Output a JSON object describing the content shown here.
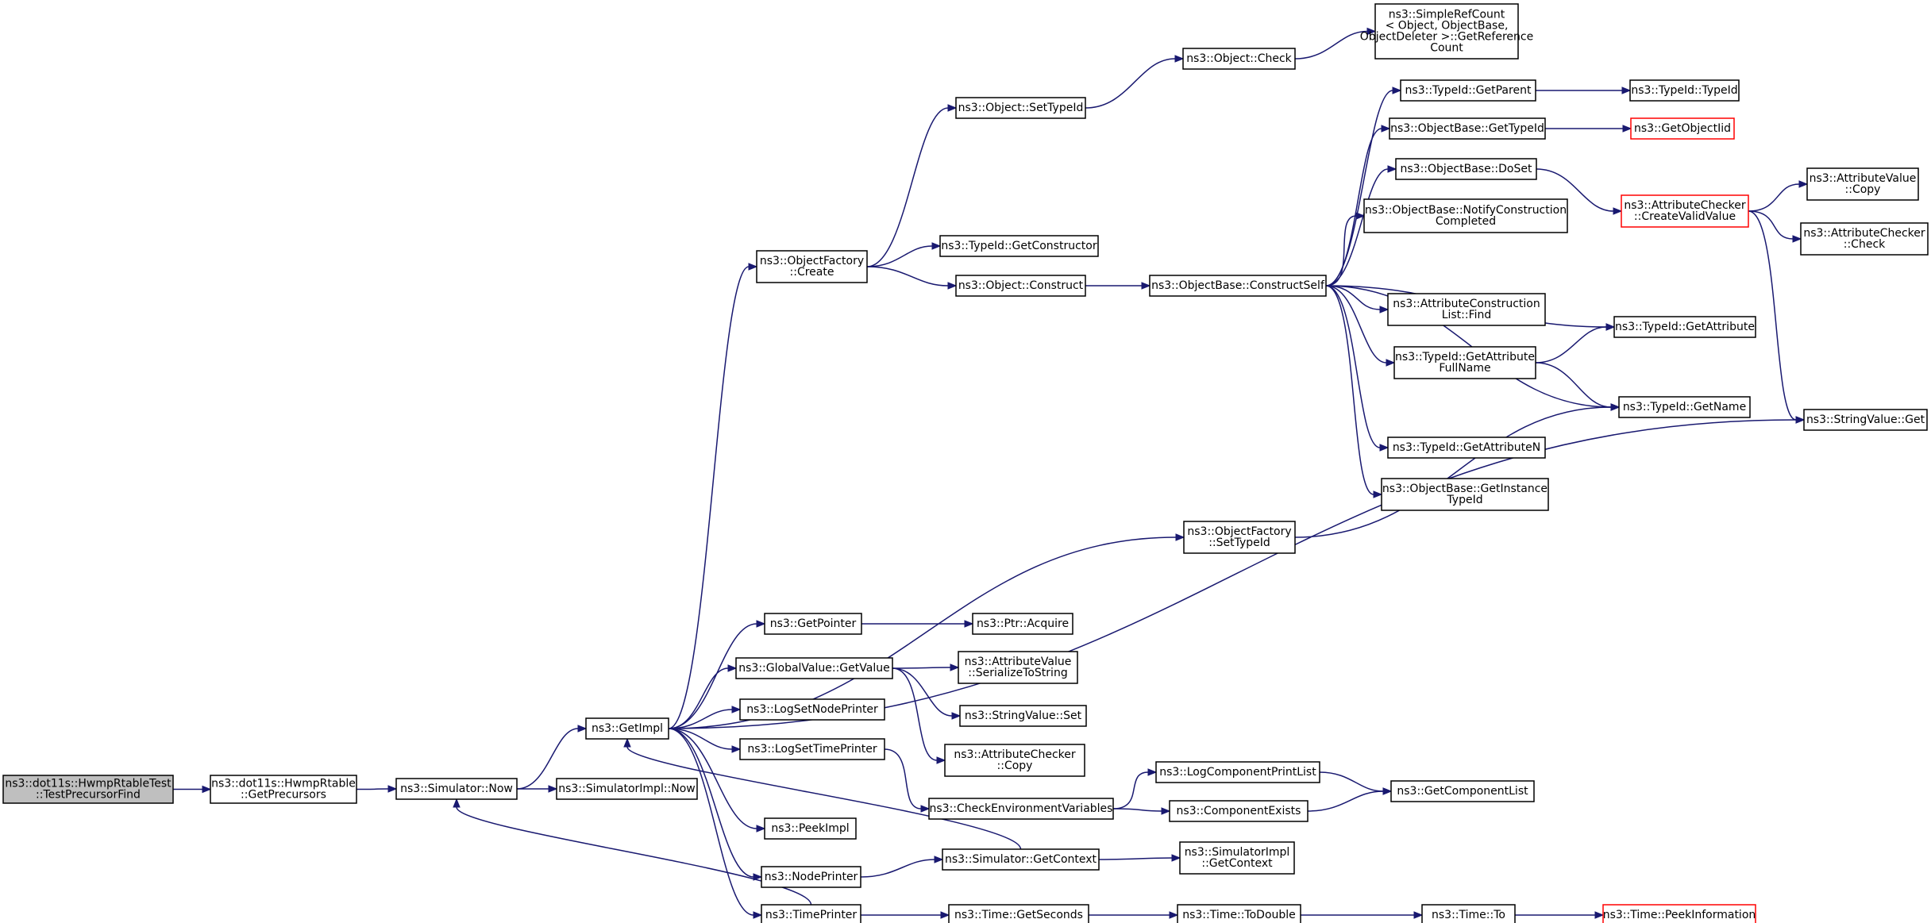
{
  "colors": {
    "edge": "#191970",
    "box_border": "#000000",
    "highlight_border": "#ff0000",
    "root_fill": "#bfbfbf",
    "background": "#ffffff"
  },
  "nodes": [
    {
      "id": "n0",
      "lines": [
        "ns3::dot11s::HwmpRtableTest",
        "::TestPrecursorFind"
      ],
      "style": "root"
    },
    {
      "id": "n1",
      "lines": [
        "ns3::dot11s::HwmpRtable",
        "::GetPrecursors"
      ]
    },
    {
      "id": "n2",
      "lines": [
        "ns3::Simulator::Now"
      ]
    },
    {
      "id": "n3",
      "lines": [
        "ns3::GetImpl"
      ]
    },
    {
      "id": "n4",
      "lines": [
        "ns3::SimulatorImpl::Now"
      ]
    },
    {
      "id": "n5",
      "lines": [
        "ns3::ObjectFactory",
        "::Create"
      ]
    },
    {
      "id": "n6",
      "lines": [
        "ns3::Object::SetTypeId"
      ]
    },
    {
      "id": "n7",
      "lines": [
        "ns3::TypeId::GetConstructor"
      ]
    },
    {
      "id": "n8",
      "lines": [
        "ns3::Object::Construct"
      ]
    },
    {
      "id": "n9",
      "lines": [
        "ns3::Object::Check"
      ]
    },
    {
      "id": "n10",
      "lines": [
        "ns3::SimpleRefCount",
        "< Object, ObjectBase,",
        "ObjectDeleter >::GetReference",
        "Count"
      ]
    },
    {
      "id": "n11",
      "lines": [
        "ns3::ObjectBase::ConstructSelf"
      ]
    },
    {
      "id": "n12",
      "lines": [
        "ns3::TypeId::GetParent"
      ]
    },
    {
      "id": "n13",
      "lines": [
        "ns3::TypeId::TypeId"
      ]
    },
    {
      "id": "n14",
      "lines": [
        "ns3::ObjectBase::GetTypeId"
      ]
    },
    {
      "id": "n15",
      "lines": [
        "ns3::GetObjectIid"
      ],
      "style": "red"
    },
    {
      "id": "n16",
      "lines": [
        "ns3::ObjectBase::DoSet"
      ]
    },
    {
      "id": "n17",
      "lines": [
        "ns3::AttributeChecker",
        "::CreateValidValue"
      ],
      "style": "red"
    },
    {
      "id": "n18",
      "lines": [
        "ns3::AttributeValue",
        "::Copy"
      ]
    },
    {
      "id": "n19",
      "lines": [
        "ns3::AttributeChecker",
        "::Check"
      ]
    },
    {
      "id": "n20",
      "lines": [
        "ns3::ObjectBase::NotifyConstruction",
        "Completed"
      ]
    },
    {
      "id": "n21",
      "lines": [
        "ns3::AttributeConstruction",
        "List::Find"
      ]
    },
    {
      "id": "n22",
      "lines": [
        "ns3::TypeId::GetAttribute"
      ]
    },
    {
      "id": "n23",
      "lines": [
        "ns3::TypeId::GetAttribute",
        "FullName"
      ]
    },
    {
      "id": "n24",
      "lines": [
        "ns3::TypeId::GetName"
      ]
    },
    {
      "id": "n25",
      "lines": [
        "ns3::StringValue::Get"
      ]
    },
    {
      "id": "n26",
      "lines": [
        "ns3::TypeId::GetAttributeN"
      ]
    },
    {
      "id": "n27",
      "lines": [
        "ns3::ObjectBase::GetInstance",
        "TypeId"
      ]
    },
    {
      "id": "n28",
      "lines": [
        "ns3::ObjectFactory",
        "::SetTypeId"
      ]
    },
    {
      "id": "n29",
      "lines": [
        "ns3::GetPointer"
      ]
    },
    {
      "id": "n30",
      "lines": [
        "ns3::Ptr::Acquire"
      ]
    },
    {
      "id": "n31",
      "lines": [
        "ns3::GlobalValue::GetValue"
      ]
    },
    {
      "id": "n32",
      "lines": [
        "ns3::AttributeValue",
        "::SerializeToString"
      ]
    },
    {
      "id": "n33",
      "lines": [
        "ns3::StringValue::Set"
      ]
    },
    {
      "id": "n34",
      "lines": [
        "ns3::AttributeChecker",
        "::Copy"
      ]
    },
    {
      "id": "n35",
      "lines": [
        "ns3::LogSetNodePrinter"
      ]
    },
    {
      "id": "n36",
      "lines": [
        "ns3::LogSetTimePrinter"
      ]
    },
    {
      "id": "n37",
      "lines": [
        "ns3::CheckEnvironmentVariables"
      ]
    },
    {
      "id": "n38",
      "lines": [
        "ns3::LogComponentPrintList"
      ]
    },
    {
      "id": "n39",
      "lines": [
        "ns3::ComponentExists"
      ]
    },
    {
      "id": "n40",
      "lines": [
        "ns3::GetComponentList"
      ]
    },
    {
      "id": "n41",
      "lines": [
        "ns3::PeekImpl"
      ]
    },
    {
      "id": "n42",
      "lines": [
        "ns3::NodePrinter"
      ]
    },
    {
      "id": "n43",
      "lines": [
        "ns3::Simulator::GetContext"
      ]
    },
    {
      "id": "n44",
      "lines": [
        "ns3::SimulatorImpl",
        "::GetContext"
      ]
    },
    {
      "id": "n45",
      "lines": [
        "ns3::TimePrinter"
      ]
    },
    {
      "id": "n46",
      "lines": [
        "ns3::Time::GetSeconds"
      ]
    },
    {
      "id": "n47",
      "lines": [
        "ns3::Time::ToDouble"
      ]
    },
    {
      "id": "n48",
      "lines": [
        "ns3::Time::To"
      ]
    },
    {
      "id": "n49",
      "lines": [
        "ns3::Time::PeekInformation"
      ],
      "style": "red"
    }
  ],
  "edges": [
    [
      "n0",
      "n1"
    ],
    [
      "n1",
      "n2"
    ],
    [
      "n2",
      "n3"
    ],
    [
      "n2",
      "n4"
    ],
    [
      "n3",
      "n5"
    ],
    [
      "n3",
      "n28"
    ],
    [
      "n3",
      "n25"
    ],
    [
      "n3",
      "n29"
    ],
    [
      "n3",
      "n31"
    ],
    [
      "n3",
      "n35"
    ],
    [
      "n3",
      "n36"
    ],
    [
      "n3",
      "n41"
    ],
    [
      "n3",
      "n42"
    ],
    [
      "n3",
      "n45"
    ],
    [
      "n5",
      "n6"
    ],
    [
      "n5",
      "n7"
    ],
    [
      "n5",
      "n8"
    ],
    [
      "n6",
      "n9"
    ],
    [
      "n9",
      "n10"
    ],
    [
      "n8",
      "n11"
    ],
    [
      "n11",
      "n12"
    ],
    [
      "n11",
      "n14"
    ],
    [
      "n11",
      "n16"
    ],
    [
      "n11",
      "n20"
    ],
    [
      "n11",
      "n21"
    ],
    [
      "n11",
      "n22"
    ],
    [
      "n11",
      "n23"
    ],
    [
      "n11",
      "n24"
    ],
    [
      "n11",
      "n26"
    ],
    [
      "n11",
      "n27"
    ],
    [
      "n12",
      "n13"
    ],
    [
      "n14",
      "n15"
    ],
    [
      "n16",
      "n17"
    ],
    [
      "n17",
      "n18"
    ],
    [
      "n17",
      "n19"
    ],
    [
      "n17",
      "n25"
    ],
    [
      "n23",
      "n22"
    ],
    [
      "n23",
      "n24"
    ],
    [
      "n28",
      "n24"
    ],
    [
      "n29",
      "n30"
    ],
    [
      "n31",
      "n32"
    ],
    [
      "n31",
      "n33"
    ],
    [
      "n31",
      "n34"
    ],
    [
      "n36",
      "n37"
    ],
    [
      "n37",
      "n38"
    ],
    [
      "n37",
      "n39"
    ],
    [
      "n38",
      "n40"
    ],
    [
      "n39",
      "n40"
    ],
    [
      "n42",
      "n43"
    ],
    [
      "n43",
      "n3"
    ],
    [
      "n43",
      "n44"
    ],
    [
      "n45",
      "n2"
    ],
    [
      "n45",
      "n46"
    ],
    [
      "n46",
      "n47"
    ],
    [
      "n47",
      "n48"
    ],
    [
      "n48",
      "n49"
    ]
  ]
}
